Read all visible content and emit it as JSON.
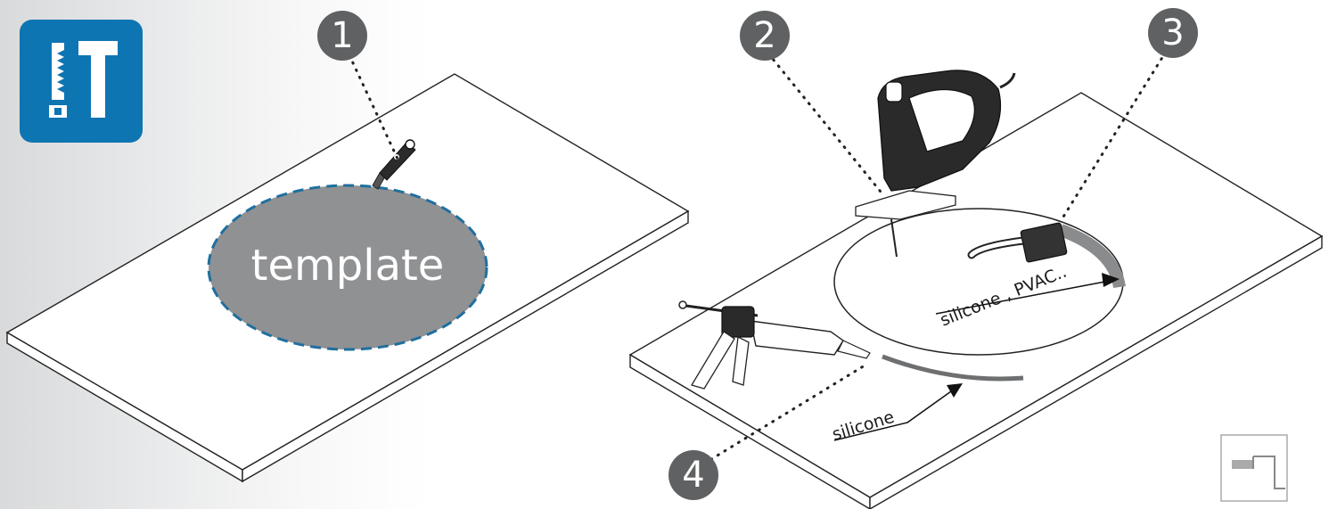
{
  "tool_badge": {
    "icon": "saw-and-hammer-icon",
    "color": "#0e75b3"
  },
  "steps": [
    "1",
    "2",
    "3",
    "4"
  ],
  "template_label": "template",
  "labels": {
    "glue": "silicone , PVAC..",
    "silicone": "silicone"
  },
  "colors": {
    "template_fill": "#909193",
    "template_dash": "#1f6f9f",
    "step_circle": "#606162"
  },
  "corner_icon": "edge-profile-icon"
}
